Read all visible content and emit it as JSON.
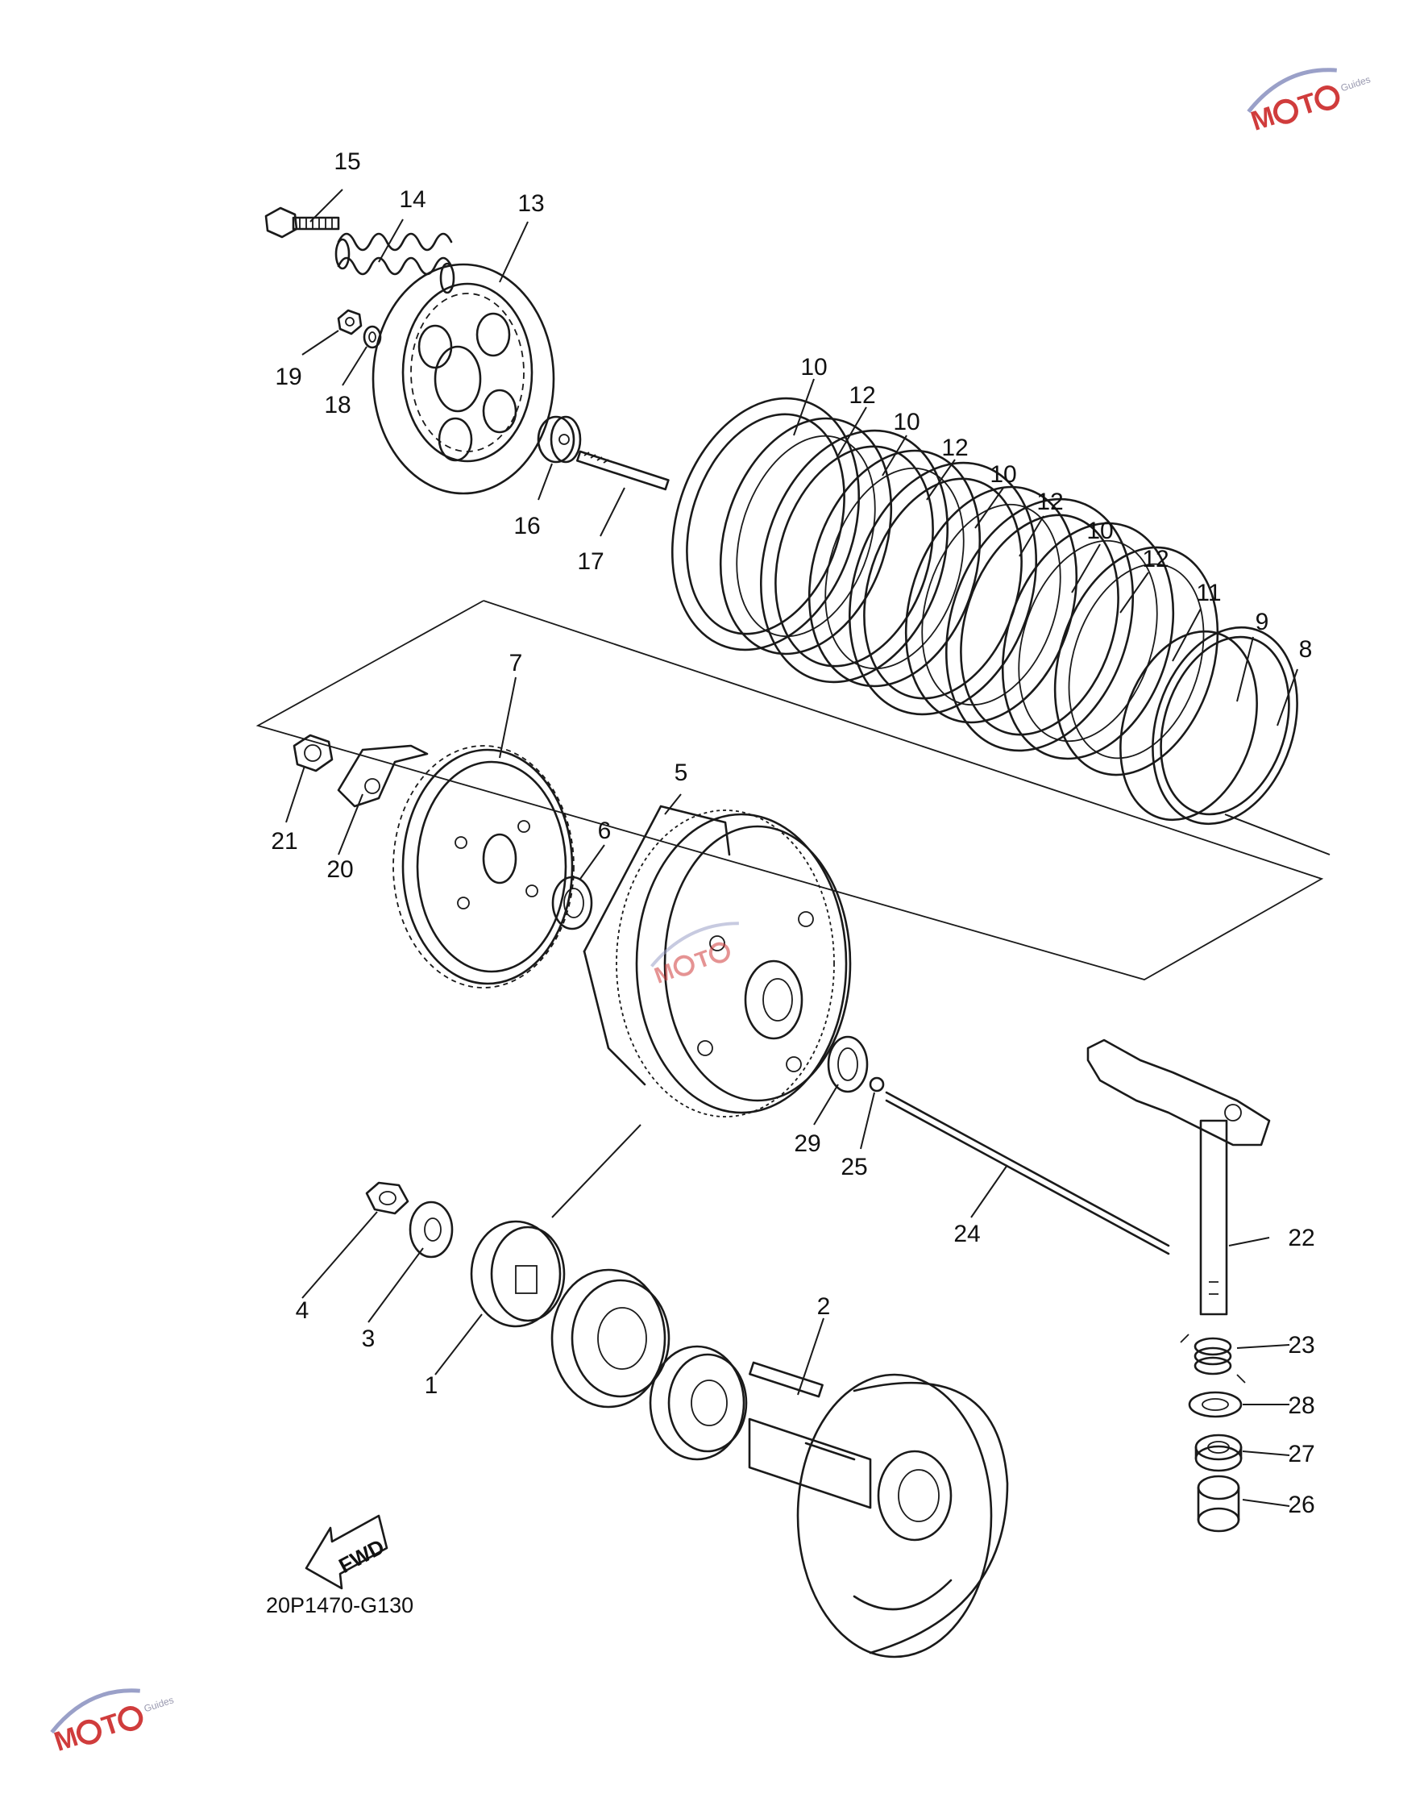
{
  "diagram_code": "20P1470-G130",
  "fwd_label": "FWD",
  "watermark": {
    "brand": "MOTO",
    "sub": "Guides",
    "colors": {
      "text": "#d03c3c",
      "swoosh": "#9aa0c8"
    }
  },
  "callouts": [
    "1",
    "2",
    "3",
    "4",
    "5",
    "6",
    "7",
    "8",
    "9",
    "10",
    "10",
    "10",
    "10",
    "11",
    "12",
    "12",
    "12",
    "12",
    "13",
    "14",
    "15",
    "16",
    "17",
    "18",
    "19",
    "20",
    "21",
    "22",
    "23",
    "24",
    "25",
    "26",
    "27",
    "28",
    "29"
  ]
}
